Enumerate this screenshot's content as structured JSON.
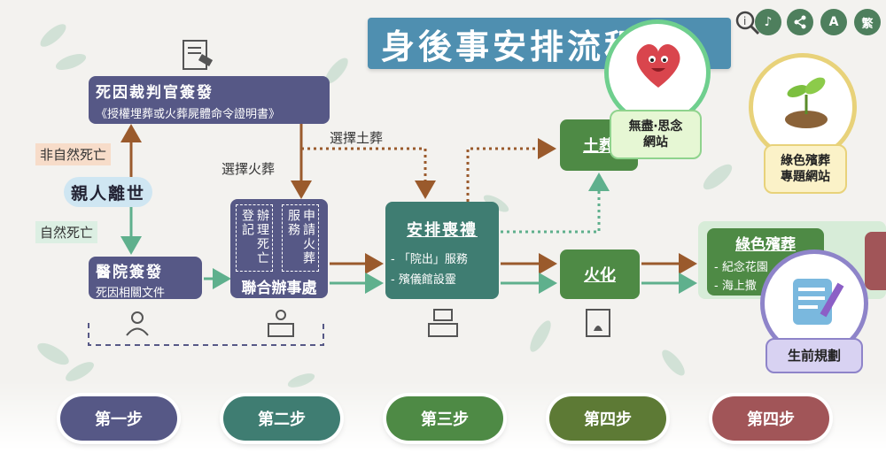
{
  "title": "身後事安排流程",
  "toolbar": {
    "translate": "A",
    "traditional": "繁"
  },
  "nodes": {
    "coroner": {
      "title": "死因裁判官簽發",
      "sub": "《授權埋葬或火葬屍體命令證明書》"
    },
    "bereaved": "親人離世",
    "unnatural": "非自然死亡",
    "natural": "自然死亡",
    "hospital": {
      "title": "醫院簽發",
      "sub": "死因相關文件"
    },
    "joint": {
      "col1": "辦理死亡登記",
      "col2": "申請火葬服務",
      "title": "聯合辦事處"
    },
    "funeral": {
      "title": "安排喪禮",
      "items": [
        "- 「院出」服務",
        "- 殯儀館設靈"
      ]
    },
    "burial": "土葬",
    "cremation": "火化",
    "green": {
      "title": "綠色殯葬",
      "items": [
        "- 紀念花園",
        "- 海上撒"
      ]
    },
    "choose_burial": "選擇土葬",
    "choose_cremation": "選擇火葬"
  },
  "bubbles": {
    "memorial": "無盡‧思念\n網站",
    "green_site": "綠色殯葬\n專題網站",
    "planning": "生前規劃"
  },
  "steps": [
    {
      "label": "第一步",
      "color": "#565886"
    },
    {
      "label": "第二步",
      "color": "#3f7d72"
    },
    {
      "label": "第三步",
      "color": "#4e8a45"
    },
    {
      "label": "第四步",
      "color": "#5d7a35"
    },
    {
      "label": "第四步",
      "color": "#a15558"
    }
  ],
  "colors": {
    "arrow_brown": "#9a5a2c",
    "arrow_green": "#5fb08d"
  }
}
